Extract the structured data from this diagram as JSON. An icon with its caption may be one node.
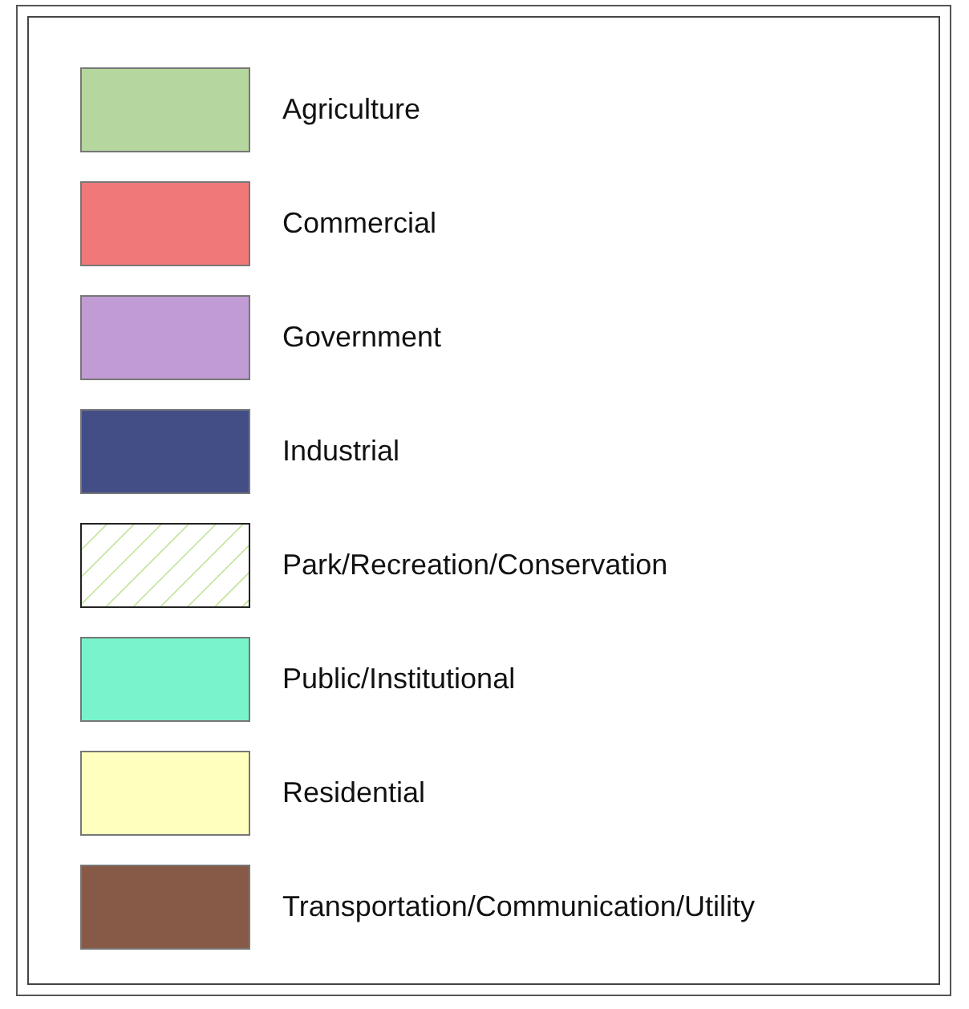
{
  "diagram": {
    "legend": [
      {
        "text": "Agriculture",
        "color": "#b5d69c"
      },
      {
        "text": "Commercial",
        "color": "#f07878"
      },
      {
        "text": "Government",
        "color": "#c19bd3"
      },
      {
        "text": "Industrial",
        "color": "#434e87"
      },
      {
        "text": "Park/Recreation/Conservation"
      },
      {
        "text": "Public/Institutional",
        "color": "#79f3cb"
      },
      {
        "text": "Residential",
        "color": "#ffffbe"
      },
      {
        "text": "Transportation/Communication/Utility",
        "color": "#875a47"
      }
    ]
  }
}
